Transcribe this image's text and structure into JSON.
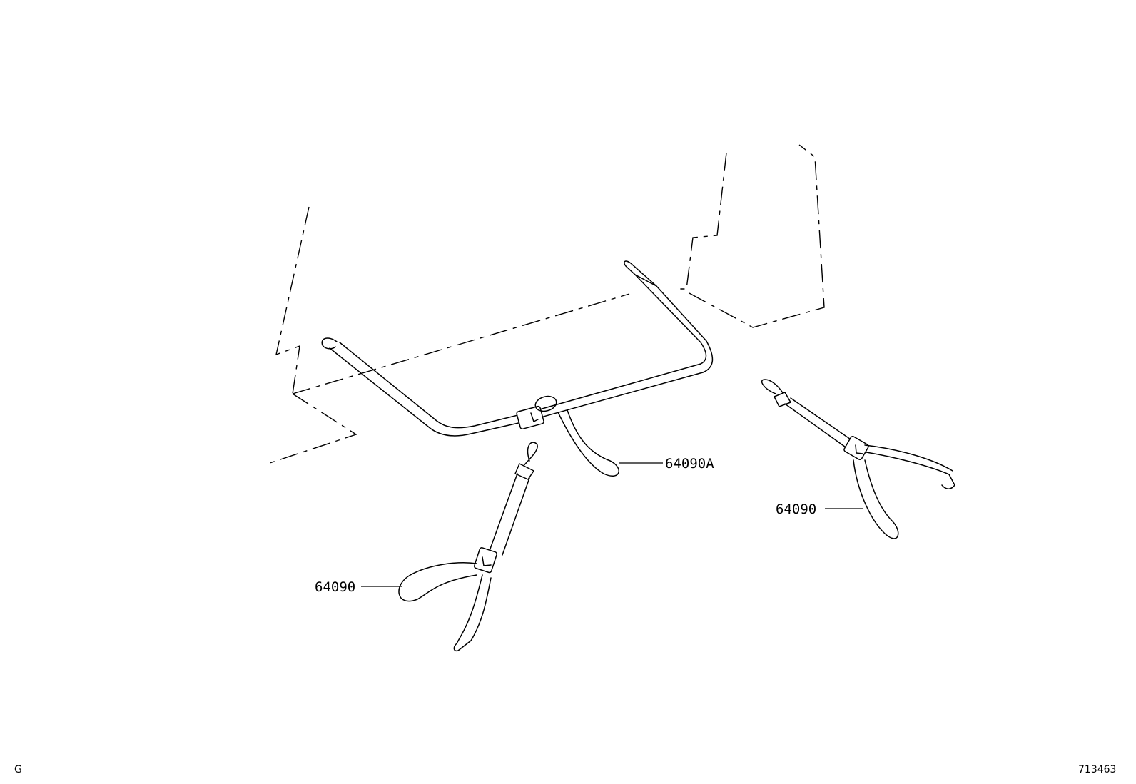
{
  "callouts": {
    "part_a": "64090A",
    "part_left": "64090",
    "part_right": "64090"
  },
  "footer": {
    "left_code": "G",
    "right_code": "713463"
  }
}
